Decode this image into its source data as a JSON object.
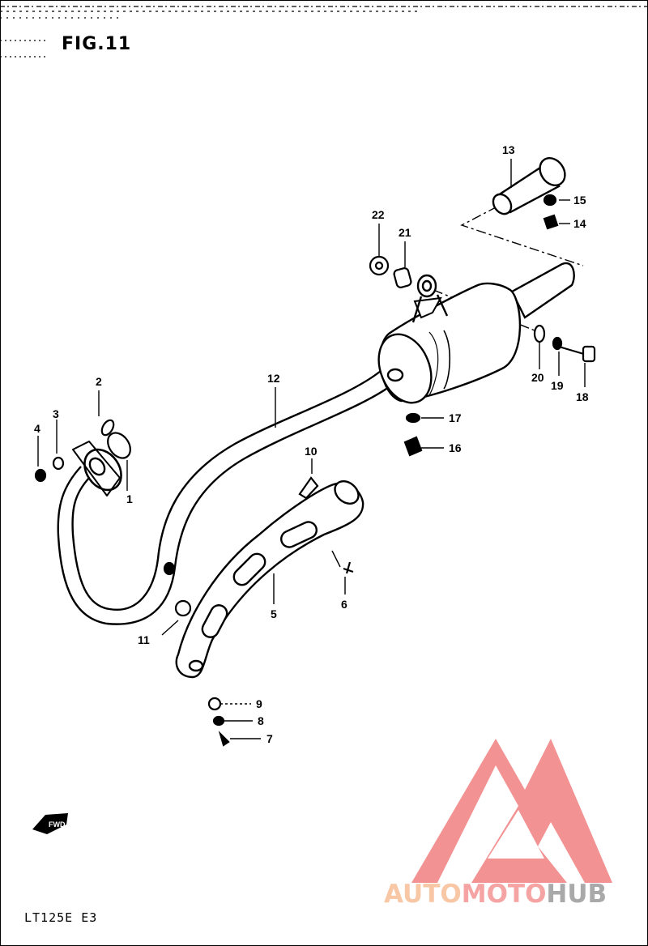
{
  "figure": {
    "title": "FIG.11",
    "model": "LT125E E3",
    "fwd_badge": "FWD"
  },
  "parts": [
    {
      "id": "1",
      "label": "1"
    },
    {
      "id": "2",
      "label": "2"
    },
    {
      "id": "3",
      "label": "3"
    },
    {
      "id": "4",
      "label": "4"
    },
    {
      "id": "5",
      "label": "5"
    },
    {
      "id": "6",
      "label": "6"
    },
    {
      "id": "7",
      "label": "7"
    },
    {
      "id": "8",
      "label": "8"
    },
    {
      "id": "9",
      "label": "9"
    },
    {
      "id": "10",
      "label": "10"
    },
    {
      "id": "11",
      "label": "11"
    },
    {
      "id": "12",
      "label": "12"
    },
    {
      "id": "13",
      "label": "13"
    },
    {
      "id": "14",
      "label": "14"
    },
    {
      "id": "15",
      "label": "15"
    },
    {
      "id": "16",
      "label": "16"
    },
    {
      "id": "17",
      "label": "17"
    },
    {
      "id": "18",
      "label": "18"
    },
    {
      "id": "19",
      "label": "19"
    },
    {
      "id": "20",
      "label": "20"
    },
    {
      "id": "21",
      "label": "21"
    },
    {
      "id": "22",
      "label": "22"
    }
  ],
  "watermark": {
    "part1": "AUTO",
    "part2": "MOTO",
    "part3": "HUB",
    "color_logo": "#f08080",
    "color_auto": "#f8c7a6",
    "color_moto": "#f5a3a3",
    "color_hub": "#a9a9a9"
  }
}
